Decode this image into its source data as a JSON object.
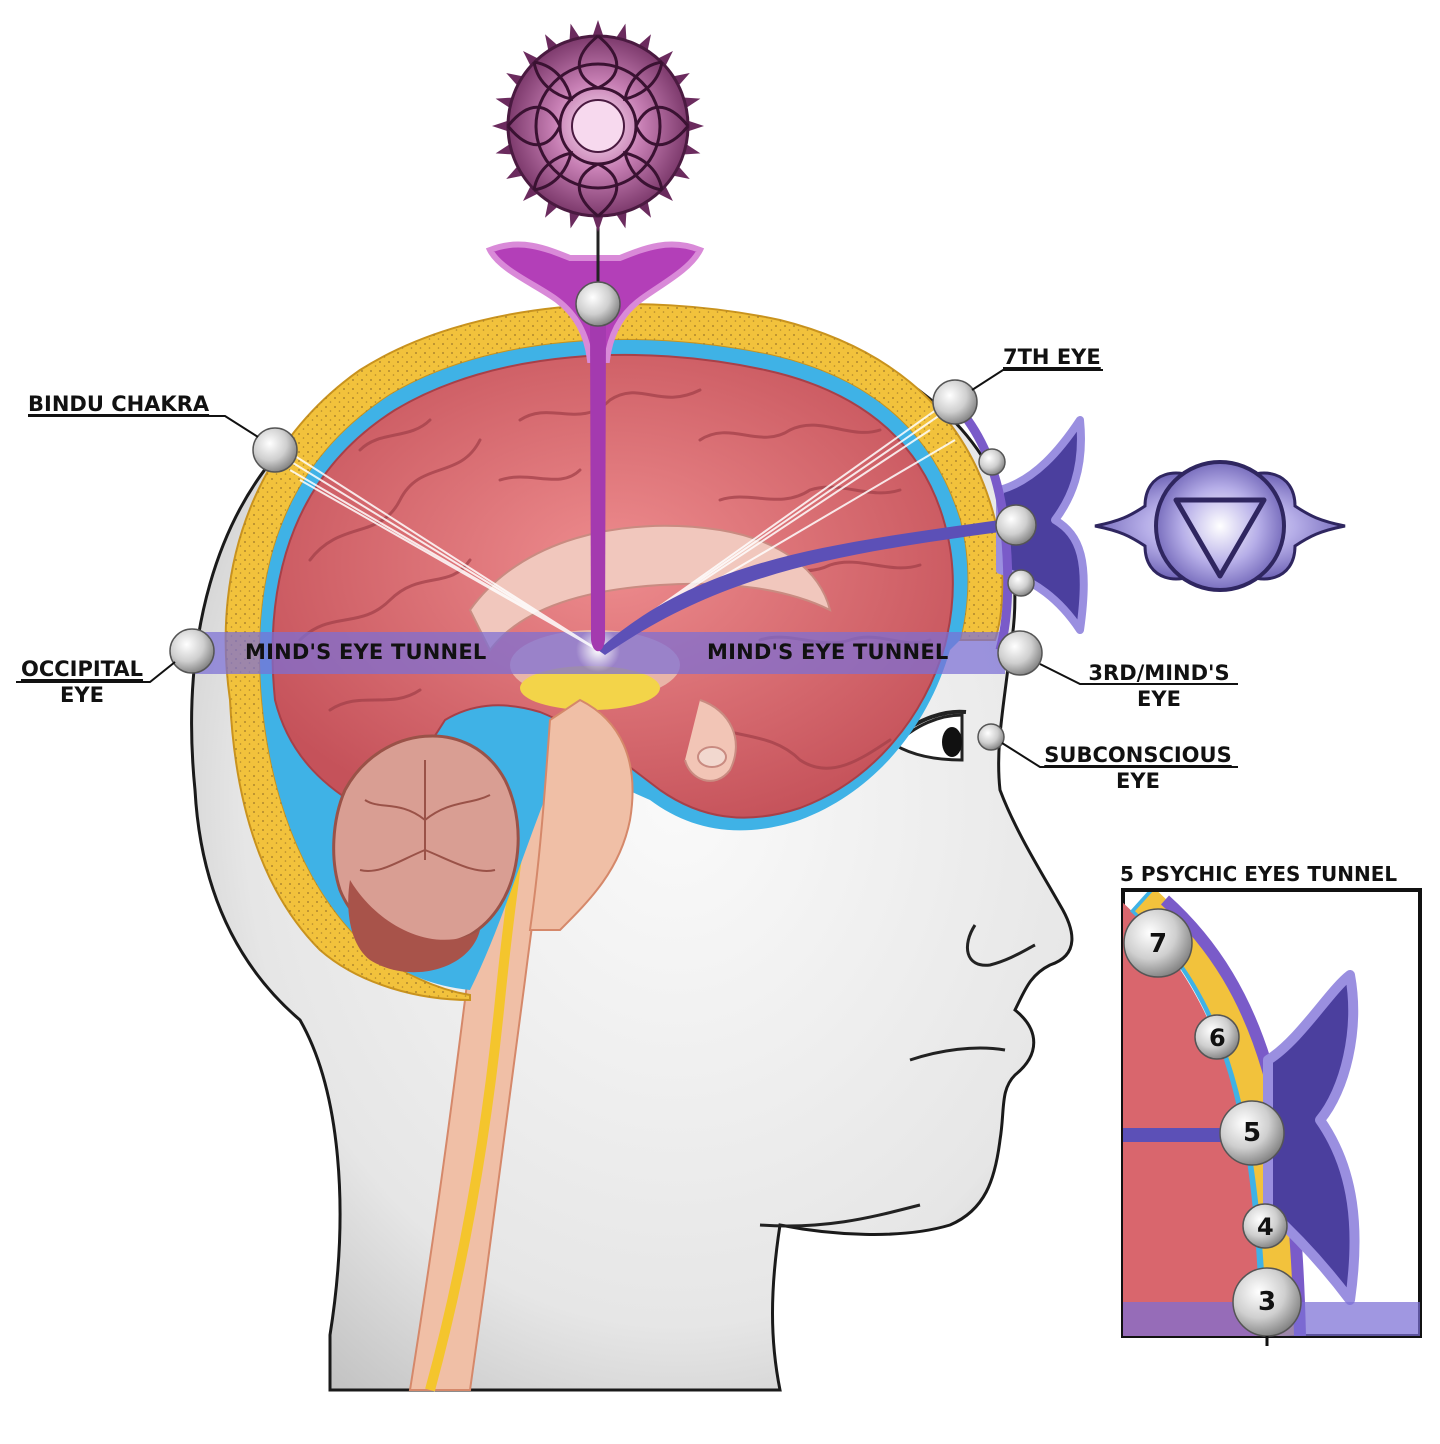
{
  "labels": {
    "bindu_chakra": "BINDU CHAKRA",
    "seventh_eye": "7TH EYE",
    "occipital_eye_line1": "OCCIPITAL",
    "occipital_eye_line2": "EYE",
    "third_eye_line1": "3RD/MIND'S",
    "third_eye_line2": "EYE",
    "subconscious_eye_line1": "SUBCONSCIOUS",
    "subconscious_eye_line2": "EYE",
    "tunnel_left": "MIND'S EYE TUNNEL",
    "tunnel_right": "MIND'S EYE TUNNEL"
  },
  "inset": {
    "title": "5 PSYCHIC EYES TUNNEL",
    "eyes": [
      "7",
      "6",
      "5",
      "4",
      "3"
    ]
  },
  "colors": {
    "skin": "#eeeeee",
    "brain": "#d9666d",
    "skull": "#f2c23c",
    "fluid": "#3fb2e6",
    "crown": "#b33fb8",
    "third_eye": "#4b3f9e",
    "tunnel": "#7c6fd6"
  }
}
